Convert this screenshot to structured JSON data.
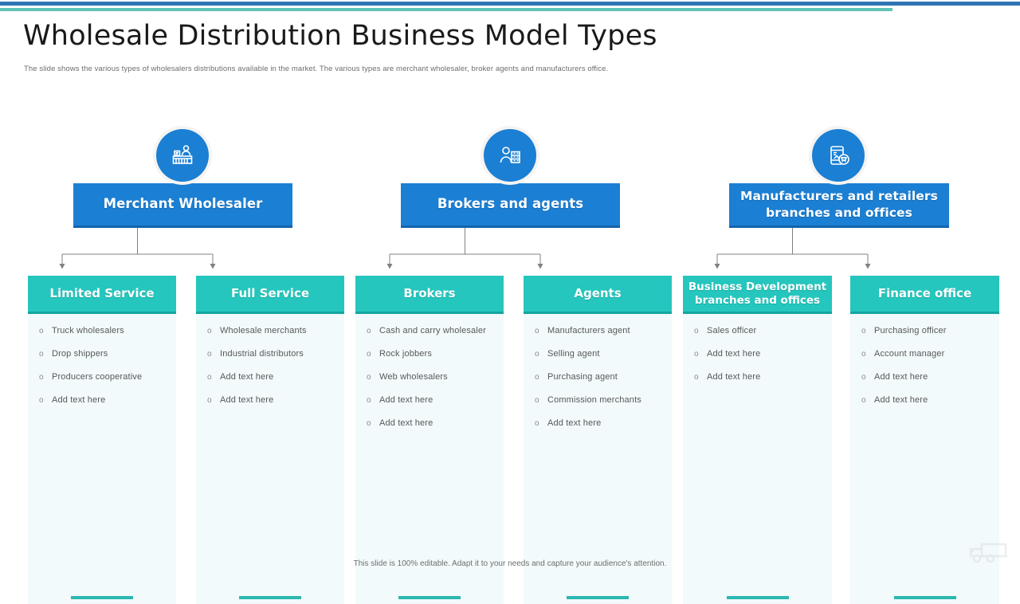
{
  "theme": {
    "rule_blue": "#2e74b5",
    "rule_teal": "#5fc3b8",
    "primary_blue": "#1b7fd4",
    "primary_blue_dark": "#1464ab",
    "teal": "#25c6bd",
    "teal_dark": "#14a69f",
    "card_bg": "#f2fafb",
    "body_text": "#585858"
  },
  "header": {
    "title": "Wholesale Distribution Business Model Types",
    "subtitle": "The slide shows the various types of wholesalers distributions available in the market. The various types are merchant wholesaler, broker agents and manufacturers office."
  },
  "groups": [
    {
      "icon": "cashier-counter-icon",
      "title": "Merchant Wholesaler",
      "cards": [
        {
          "heading": "Limited Service",
          "items": [
            "Truck wholesalers",
            "Drop shippers",
            "Producers cooperative",
            "Add text here"
          ]
        },
        {
          "heading": "Full Service",
          "items": [
            "Wholesale merchants",
            "Industrial distributors",
            "Add text here",
            "Add text here"
          ]
        }
      ]
    },
    {
      "icon": "broker-agent-icon",
      "title": "Brokers and agents",
      "cards": [
        {
          "heading": "Brokers",
          "items": [
            "Cash and carry wholesaler",
            "Rock jobbers",
            "Web wholesalers",
            "Add text here",
            "Add text here"
          ]
        },
        {
          "heading": "Agents",
          "items": [
            "Manufacturers agent",
            "Selling agent",
            "Purchasing agent",
            "Commission merchants",
            "Add text here"
          ]
        }
      ]
    },
    {
      "icon": "mobile-shopping-icon",
      "title": "Manufacturers and retailers branches and offices",
      "cards": [
        {
          "heading": "Business  Development branches and offices",
          "items": [
            "Sales officer",
            "Add text here",
            "Add text here"
          ]
        },
        {
          "heading": "Finance office",
          "items": [
            "Purchasing officer",
            "Account manager",
            "Add text here",
            "Add text here"
          ]
        }
      ]
    }
  ],
  "footer": {
    "note": "This slide is 100% editable. Adapt it to your needs and capture your audience's attention.",
    "logo": "delivery-truck-icon"
  },
  "bullet_marker": "o"
}
